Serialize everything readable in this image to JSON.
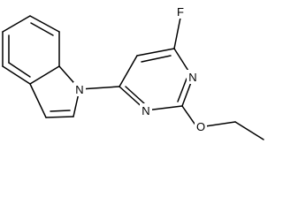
{
  "molecule": {
    "atoms": {
      "F": "F",
      "N_indole": "N",
      "N_pyr_3": "N",
      "N_pyr_1": "N",
      "O_ethoxy": "O"
    },
    "colors": {
      "bond": "#000000",
      "label": "#000000",
      "background": "#ffffff"
    }
  }
}
